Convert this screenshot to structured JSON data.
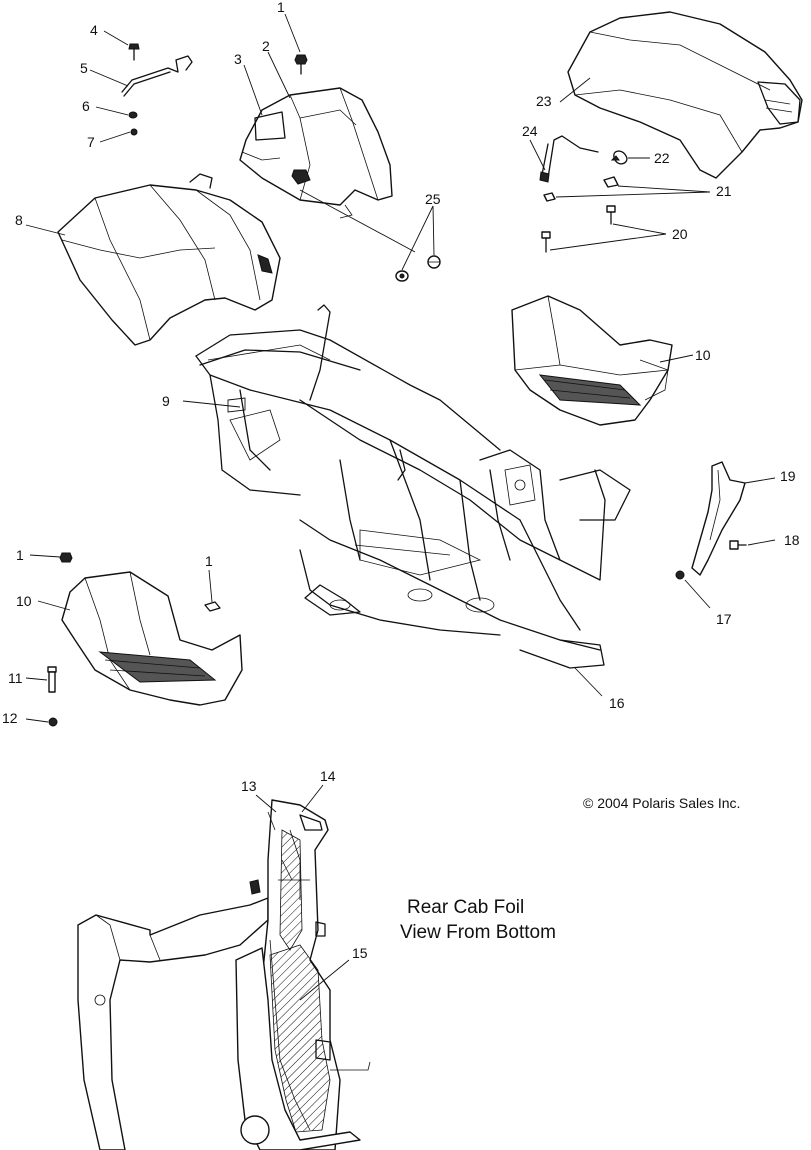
{
  "callouts": {
    "c1a": "1",
    "c2": "2",
    "c3": "3",
    "c4": "4",
    "c5": "5",
    "c6": "6",
    "c7": "7",
    "c8": "8",
    "c9": "9",
    "c10a": "10",
    "c10b": "10",
    "c11": "11",
    "c12": "12",
    "c13": "13",
    "c14": "14",
    "c15": "15",
    "c16": "16",
    "c17": "17",
    "c18": "18",
    "c19": "19",
    "c20": "20",
    "c21": "21",
    "c22": "22",
    "c23": "23",
    "c24": "24",
    "c25": "25",
    "c1b": "1",
    "c1c": "1"
  },
  "notes": {
    "copyright": "© 2004 Polaris Sales Inc.",
    "foil_line1": "Rear Cab Foil",
    "foil_line2": "View From Bottom"
  }
}
